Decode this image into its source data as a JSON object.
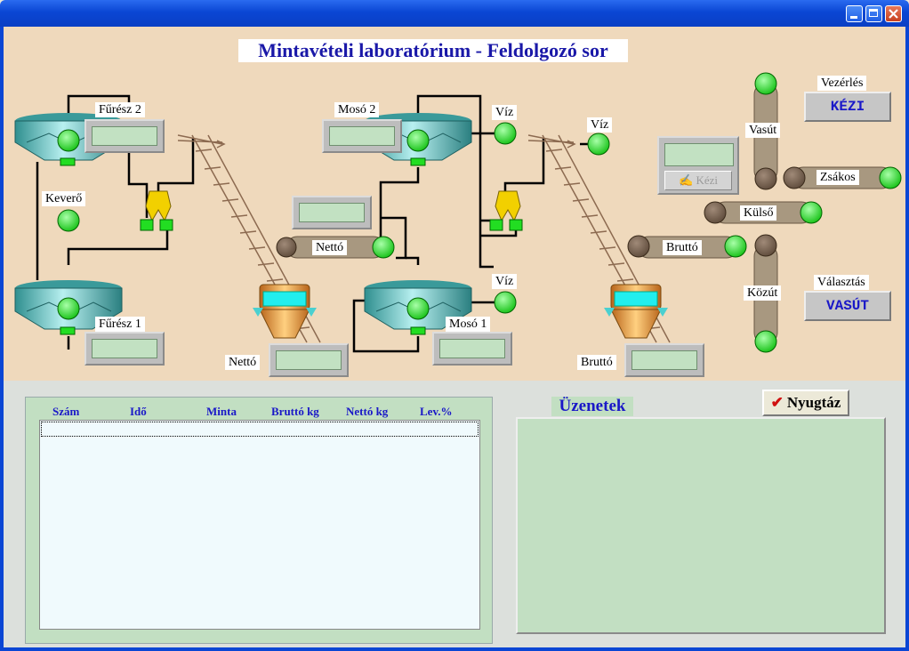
{
  "window": {
    "controls": [
      "minimize-icon",
      "maximize-icon",
      "close-icon"
    ]
  },
  "title": "Mintavételi laboratórium - Feldolgozó sor",
  "labels": {
    "fuersz2": "Fűrész 2",
    "fuersz1": "Fűrész 1",
    "kevero": "Keverő",
    "moso2": "Mosó 2",
    "moso1": "Mosó 1",
    "viz_top_left": "Víz",
    "viz_top_right": "Víz",
    "viz_mid": "Víz",
    "netto_conveyor": "Nettó",
    "netto_bin": "Nettó",
    "brutto_bin": "Bruttó",
    "vasut": "Vasút",
    "zsakos": "Zsákos",
    "kulso": "Külső",
    "brutto_conveyor": "Bruttó",
    "kozut": "Közút",
    "vezerles": "Vezérlés",
    "valasztas": "Választás"
  },
  "buttons": {
    "vezerles_value": "KÉZI",
    "valasztas_value": "VASÚT",
    "kezi": "Kézi",
    "nyugtaz": "Nyugtáz"
  },
  "table": {
    "columns": [
      "Szám",
      "Idő",
      "Minta",
      "Bruttó kg",
      "Nettó kg",
      "Lev.%"
    ],
    "rows": []
  },
  "messages": {
    "title": "Üzenetek",
    "items": []
  },
  "colors": {
    "indicator_on": "#22DD22",
    "indicator_off": "#6E5A48",
    "process_bg": "#EFD9BC",
    "display": "#C2E1C2",
    "accent_text": "#1A18C8"
  }
}
